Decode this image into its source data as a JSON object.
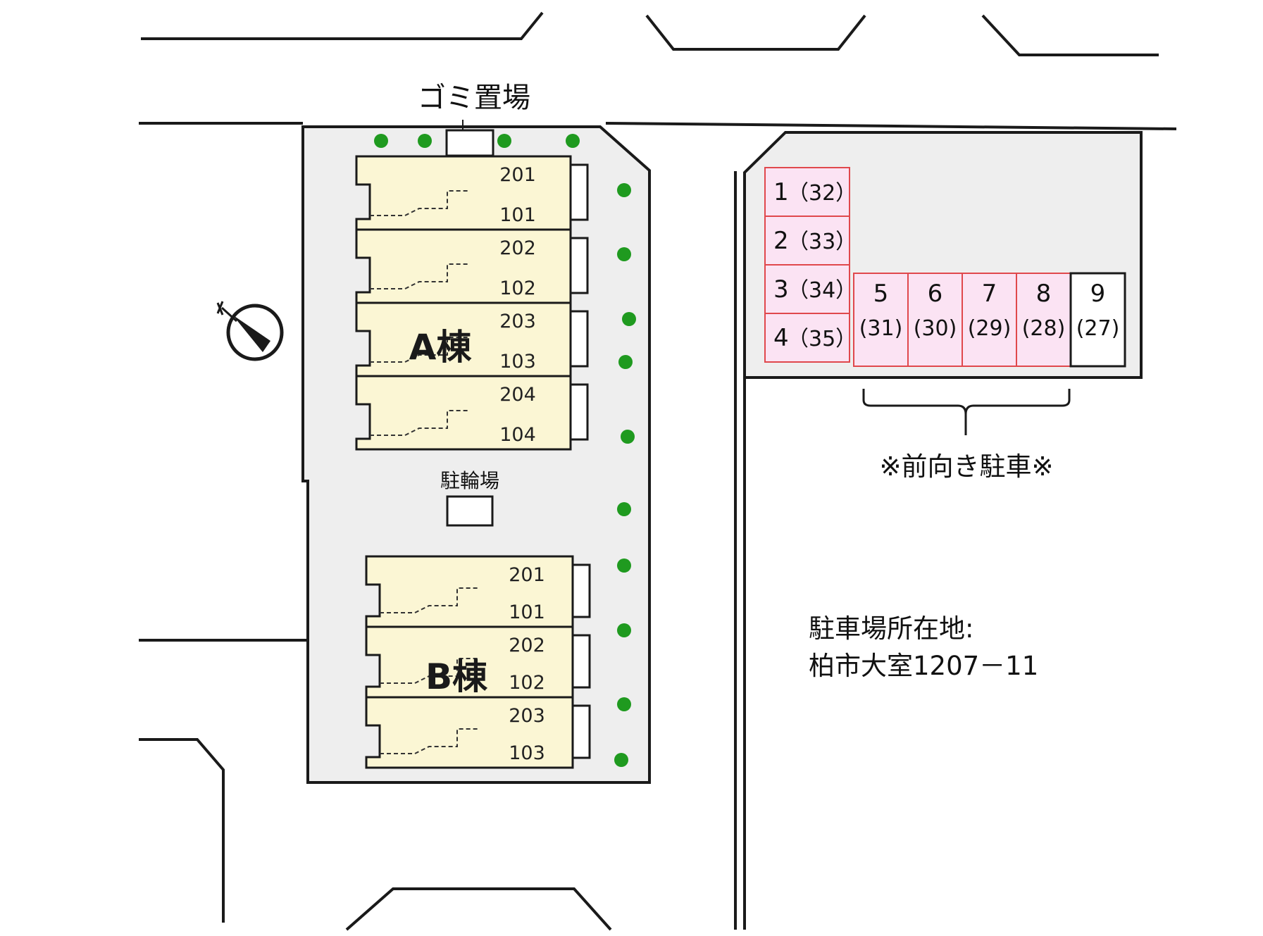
{
  "labels": {
    "garbage": "ゴミ置場",
    "bicycle": "駐輪場",
    "parking_note": "※前向き駐車※",
    "parking_location_title": "駐車場所在地:",
    "parking_location_address": "柏市大室1207－11"
  },
  "building_a": {
    "name": "A棟",
    "units": [
      {
        "upper": "201",
        "lower": "101"
      },
      {
        "upper": "202",
        "lower": "102"
      },
      {
        "upper": "203",
        "lower": "103"
      },
      {
        "upper": "204",
        "lower": "104"
      }
    ]
  },
  "building_b": {
    "name": "B棟",
    "units": [
      {
        "upper": "201",
        "lower": "101"
      },
      {
        "upper": "202",
        "lower": "102"
      },
      {
        "upper": "203",
        "lower": "103"
      }
    ]
  },
  "parking": {
    "left_column": [
      {
        "num": "1",
        "sub": "（32）"
      },
      {
        "num": "2",
        "sub": "（33）"
      },
      {
        "num": "3",
        "sub": "（34）"
      },
      {
        "num": "4",
        "sub": "（35）"
      }
    ],
    "bottom_row": [
      {
        "num": "5",
        "sub": "(31)"
      },
      {
        "num": "6",
        "sub": "(30)"
      },
      {
        "num": "7",
        "sub": "(29)"
      },
      {
        "num": "8",
        "sub": "(28)"
      },
      {
        "num": "9",
        "sub": "(27)"
      }
    ]
  },
  "colors": {
    "building_fill": "#fbf6d4",
    "lot_fill": "#eeeeee",
    "parking_fill": "#fbe3f3",
    "parking_border": "#e0484c",
    "tree": "#1f9a1f"
  }
}
